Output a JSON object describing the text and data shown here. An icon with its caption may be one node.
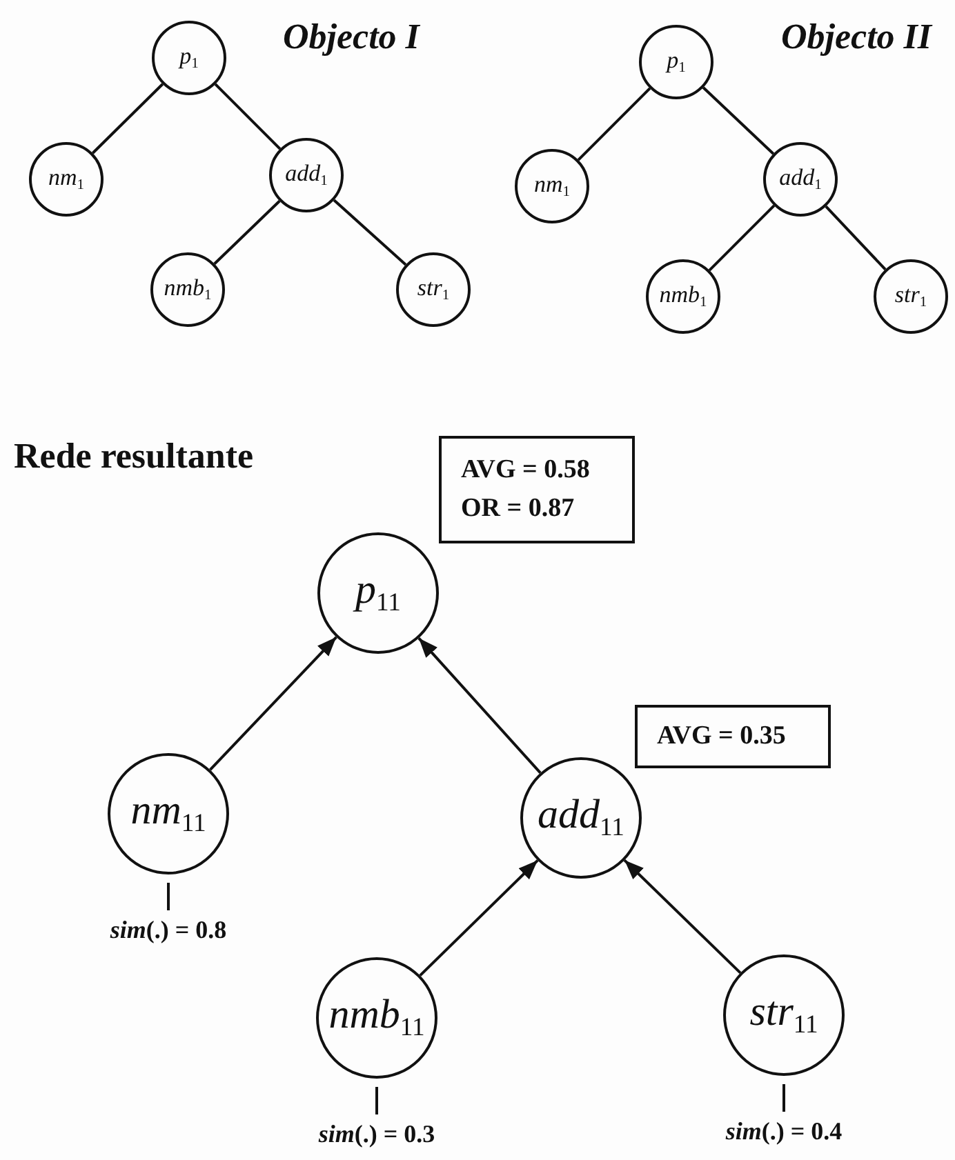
{
  "diagram": {
    "nodes": [
      {
        "text": [
          "p$_{1}$"
        ]
      },
      {
        "text": [
          "nm$_{1}$"
        ]
      },
      {
        "text": [
          "add$_{1}$"
        ]
      },
      {
        "text": [
          "nmb$_{1}$"
        ]
      },
      {
        "text": [
          "str$_{1}$"
        ]
      },
      {
        "text": [
          "p$_{1}$"
        ]
      },
      {
        "text": [
          "nm$_{1}$"
        ]
      },
      {
        "text": [
          "add$_{1}$"
        ]
      },
      {
        "text": [
          "nmb$_{1}$"
        ]
      },
      {
        "text": [
          "str$_{1}$"
        ]
      },
      {
        "text": [
          "p$_{11}$"
        ]
      },
      {
        "text": [
          "nm$_{11}$"
        ],
        "beside": [
          "*sim*(.) = 0.8"
        ]
      },
      {
        "text": [
          "add$_{11}$"
        ]
      },
      {
        "text": [
          "nmb$_{11}$"
        ],
        "beside": [
          "*sim*(.) = 0.3"
        ]
      },
      {
        "text": [
          "str$_{11}$"
        ],
        "beside": [
          "*sim*(.) = 0.4"
        ]
      },
      {
        "text": [
          "AVG = 0.58",
          "OR = 0.87"
        ]
      },
      {
        "text": [
          "AVG = 0.35"
        ]
      }
    ],
    "edges": [
      {
        "from": 0,
        "to": 1,
        "arrow": "none"
      },
      {
        "from": 0,
        "to": 2,
        "arrow": "none"
      },
      {
        "from": 2,
        "to": 3,
        "arrow": "none"
      },
      {
        "from": 2,
        "to": 4,
        "arrow": "none"
      },
      {
        "from": 5,
        "to": 6,
        "arrow": "none"
      },
      {
        "from": 5,
        "to": 7,
        "arrow": "none"
      },
      {
        "from": 7,
        "to": 8,
        "arrow": "none"
      },
      {
        "from": 7,
        "to": 9,
        "arrow": "none"
      },
      {
        "from": 11,
        "to": 10,
        "arrow": "to"
      },
      {
        "from": 12,
        "to": 10,
        "arrow": "to"
      },
      {
        "from": 13,
        "to": 12,
        "arrow": "to"
      },
      {
        "from": 14,
        "to": 12,
        "arrow": "to"
      }
    ],
    "labels": [
      "Objecto I",
      "Objecto II",
      "Rede resultante"
    ]
  }
}
